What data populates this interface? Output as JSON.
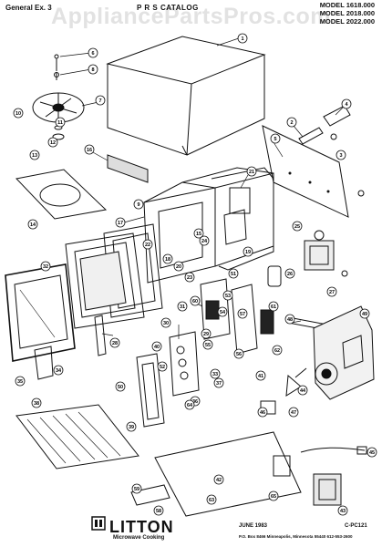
{
  "header": {
    "left": "General Ex. 3",
    "center": "P R S CATALOG",
    "models": [
      "MODEL 1618.000",
      "MODEL 2018.000",
      "MODEL 2022.000"
    ]
  },
  "watermark": "AppliancePartsPros.com",
  "footer": {
    "brand": "LITTON",
    "sub": "Microwave Cooking",
    "date": "JUNE 1983",
    "code": "C-PC121",
    "address": "P.O. Box 8466 Minneapolis, Minnesota 55440   612-553-2600"
  },
  "callouts": [
    "1",
    "2",
    "3",
    "4",
    "5",
    "6",
    "7",
    "8",
    "9",
    "10",
    "11",
    "12",
    "13",
    "14",
    "15",
    "16",
    "17",
    "18",
    "19",
    "20",
    "21",
    "22",
    "23",
    "24",
    "25",
    "26",
    "27",
    "28",
    "29",
    "30",
    "31",
    "32",
    "33",
    "34",
    "35",
    "36",
    "37",
    "38",
    "39",
    "40",
    "41",
    "42",
    "43",
    "44",
    "45",
    "46",
    "47",
    "48",
    "49",
    "50",
    "51",
    "52",
    "53",
    "54",
    "55",
    "56",
    "57",
    "58",
    "59",
    "60",
    "61",
    "62",
    "63",
    "64",
    "65"
  ]
}
